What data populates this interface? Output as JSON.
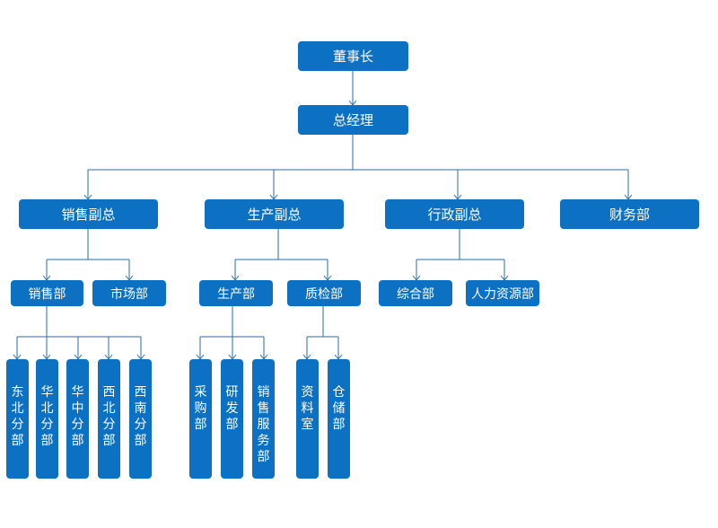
{
  "colors": {
    "node": "#0c71c3",
    "line": "#2a6ea8",
    "text": "#ffffff"
  },
  "nodes": {
    "chairman": "董事长",
    "gm": "总经理",
    "vp_sales": "销售副总",
    "vp_production": "生产副总",
    "vp_admin": "行政副总",
    "finance": "财务部",
    "sales_dept": "销售部",
    "market_dept": "市场部",
    "production_dept": "生产部",
    "qc_dept": "质检部",
    "general_dept": "综合部",
    "hr_dept": "人力资源部",
    "ne_branch": "东北分部",
    "n_branch": "华北分部",
    "c_branch": "华中分部",
    "nw_branch": "西北分部",
    "sw_branch": "西南分部",
    "purchase_dept": "采购部",
    "rd_dept": "研发部",
    "sales_service_dept": "销售服务部",
    "data_room": "资料室",
    "storage_dept": "仓储部"
  }
}
